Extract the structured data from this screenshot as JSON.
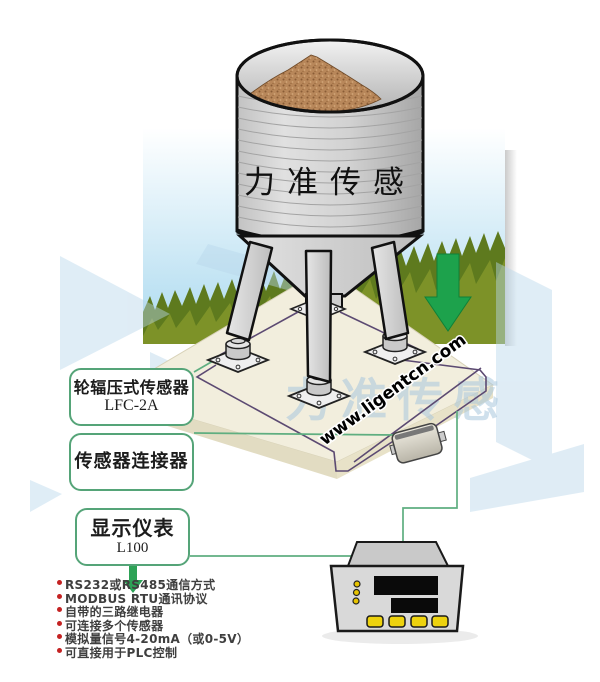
{
  "silo": {
    "brand_text": "力准传感"
  },
  "watermarks": {
    "website": "www.ligentcn.com",
    "background_text": "力准传感"
  },
  "labels": {
    "sensor": {
      "title": "轮辐压式传感器",
      "model": "LFC-2A"
    },
    "connector": {
      "title": "传感器连接器"
    },
    "display": {
      "title": "显示仪表",
      "model": "L100"
    }
  },
  "specs": {
    "items": [
      "RS232或RS485通信方式",
      "MODBUS RTU通讯协议",
      "自带的三路继电器",
      "可连接多个传感器",
      "模拟量信号4-20mA（或0-5V）",
      "可直接用于PLC控制"
    ]
  },
  "colors": {
    "accent_green_border": "#55a478",
    "wire_green": "#5fae80",
    "cable_purple": "#5c4a72",
    "arrow_green": "#1da24c",
    "bullet_red": "#c42222",
    "platform_beige": "#f2eedd",
    "sky_blue": "#a9d9ef",
    "grain_brown": "#b8875a",
    "watermark_blue": "#b9d7ea"
  }
}
